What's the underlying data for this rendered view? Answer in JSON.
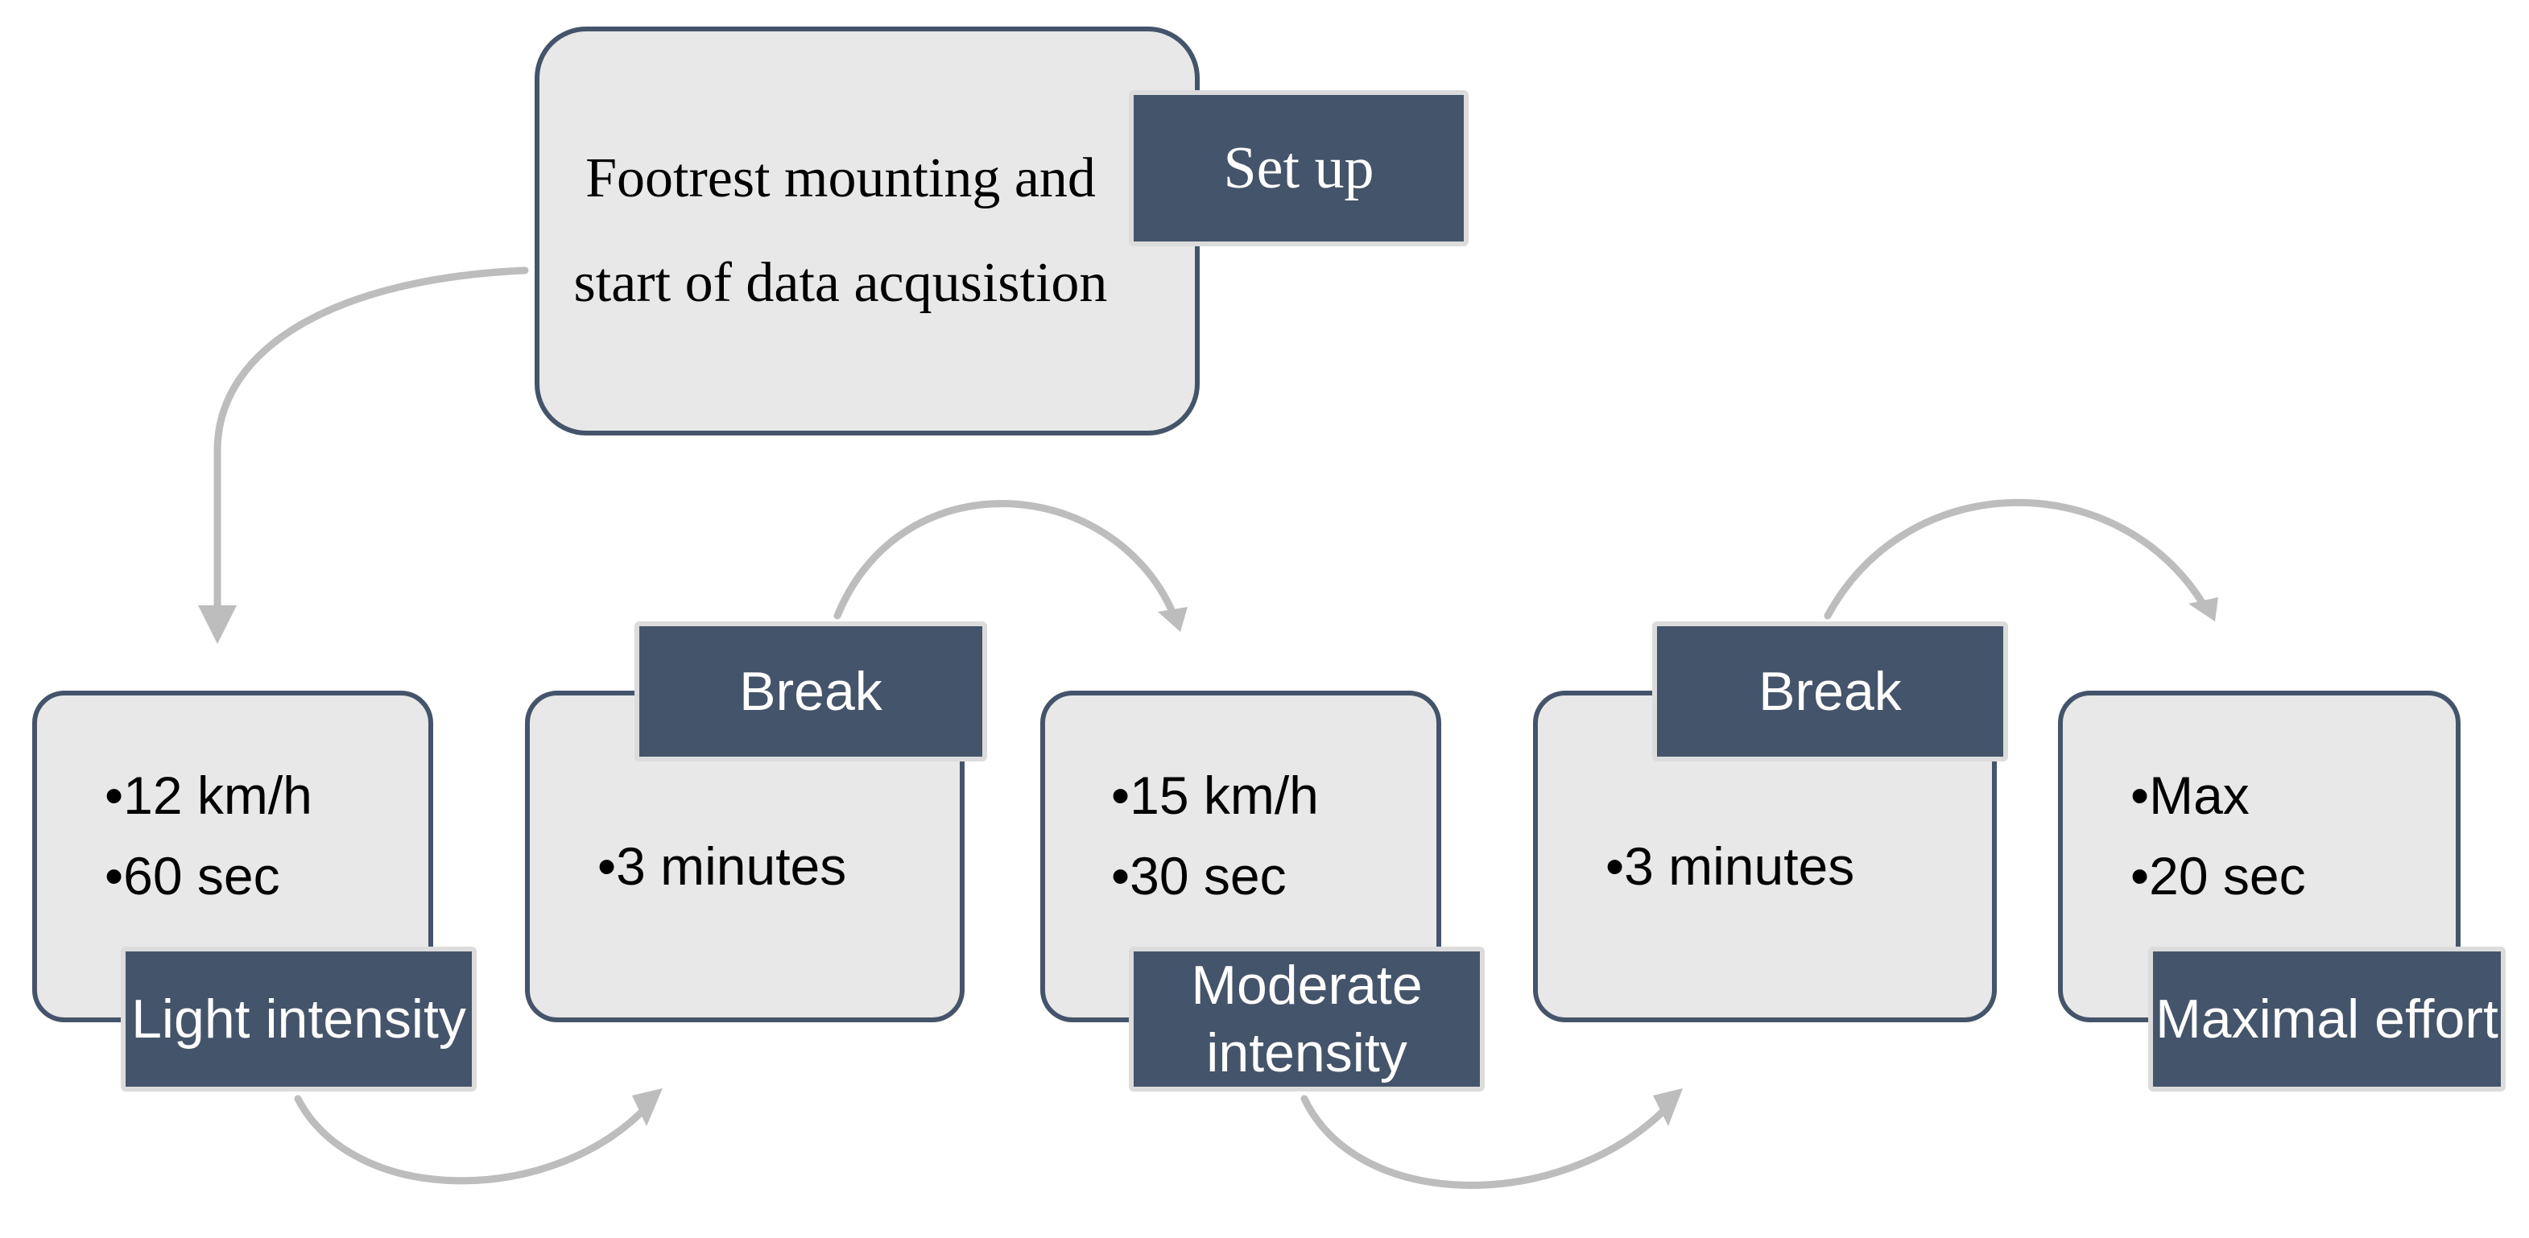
{
  "setup": {
    "description": "Footrest mounting and start of data acqusistion",
    "label": "Set up"
  },
  "stages": [
    {
      "label": "Light intensity",
      "bullets": [
        "12 km/h",
        "60 sec"
      ]
    },
    {
      "label": "Break",
      "bullets": [
        "3 minutes"
      ]
    },
    {
      "label": "Moderate intensity",
      "bullets": [
        "15 km/h",
        "30 sec"
      ]
    },
    {
      "label": "Break",
      "bullets": [
        "3 minutes"
      ]
    },
    {
      "label": "Maximal effort",
      "bullets": [
        "Max",
        "20 sec"
      ]
    }
  ],
  "colors": {
    "label_fill": "#44546a",
    "card_fill": "#e8e8e8",
    "card_border": "#44546a",
    "arrow": "#bdbdbd"
  }
}
